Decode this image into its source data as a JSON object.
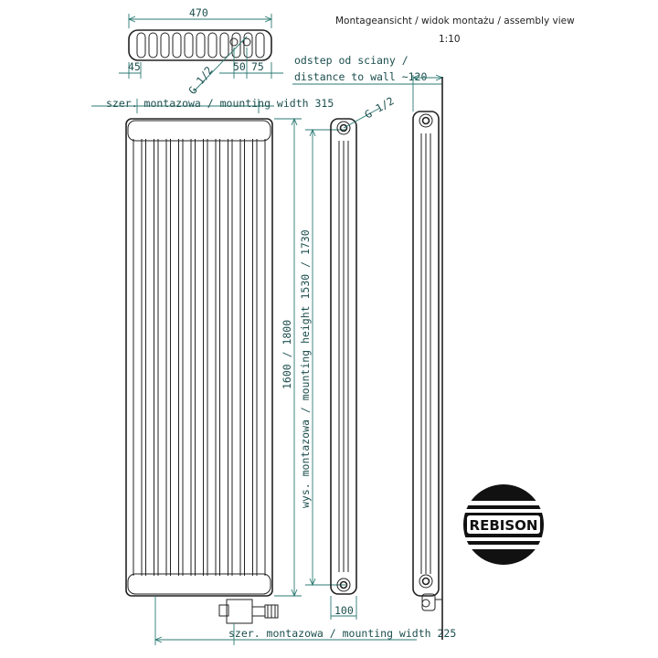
{
  "header": {
    "title": "Montageansicht / widok montażu / assembly view",
    "scale": "1:10"
  },
  "dimensions": {
    "overall_width": "470",
    "left_offset": "45",
    "pipe_spacing": "50",
    "right_offset": "75",
    "thread_top": "G 1/2",
    "thread_side": "G 1/2",
    "wall_distance_line1": "odstep od sciany /",
    "wall_distance_line2": "distance to wall ~120",
    "mounting_width_top": "szer. montazowa / mounting width  315",
    "height": "1600 / 1800",
    "mounting_height": "wys. montazowa / mounting height 1530 / 1730",
    "depth": "100",
    "mounting_width_bottom": "szer. montazowa / mounting width  225"
  },
  "logo": {
    "text": "REBISON"
  }
}
